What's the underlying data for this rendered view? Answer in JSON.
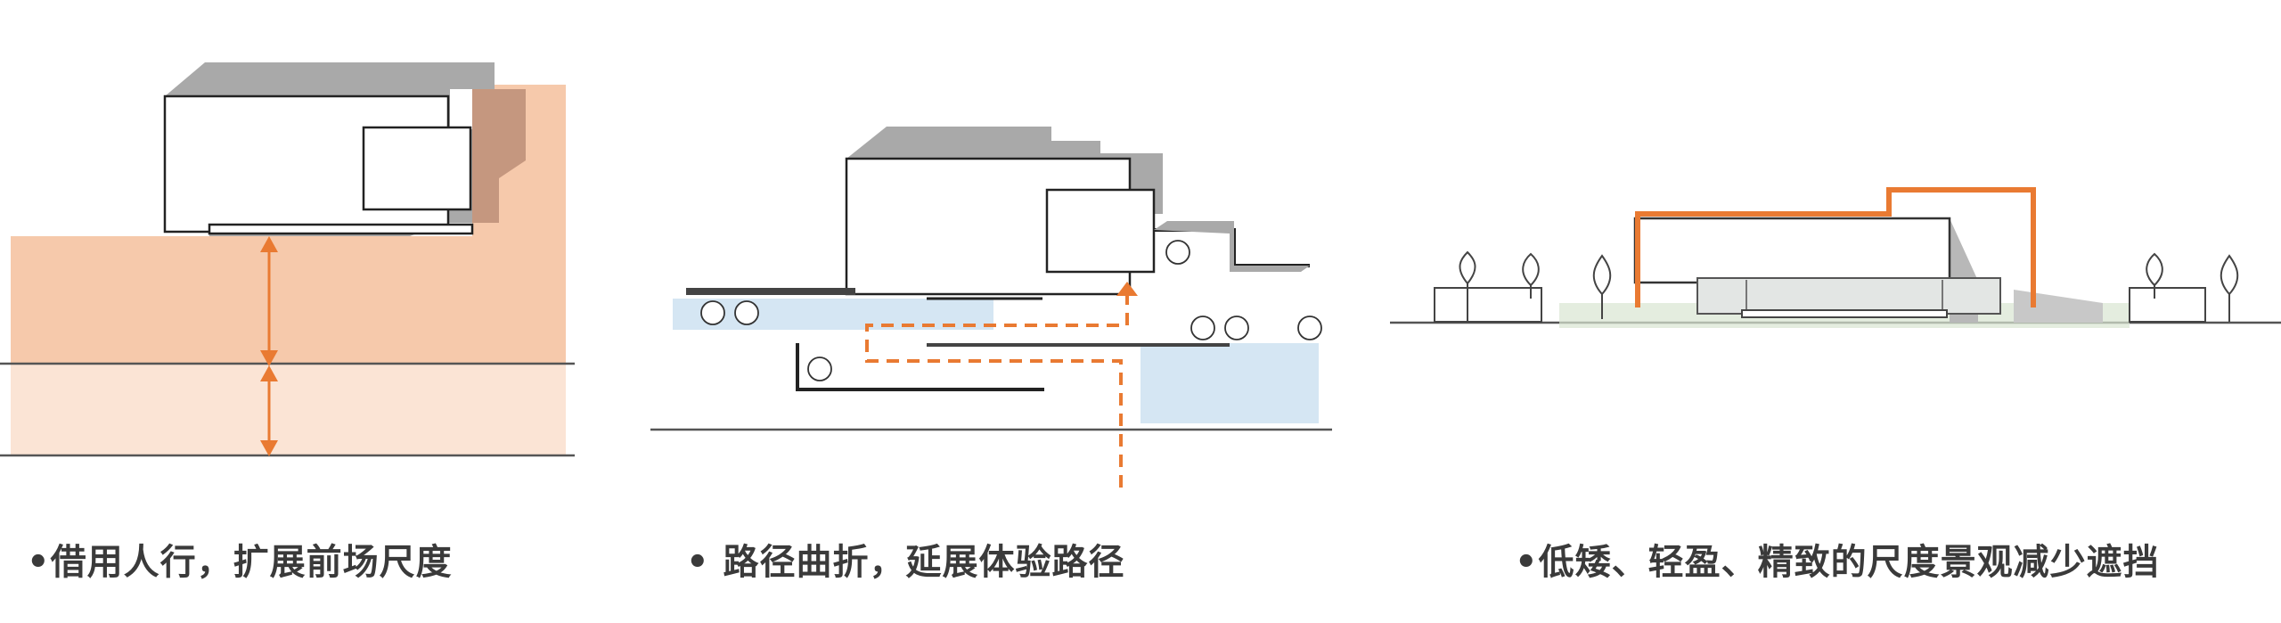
{
  "colors": {
    "accent_orange": "#e97a32",
    "orange_fill": "#f6c9ab",
    "orange_fill_light": "#fbe4d5",
    "shadow_gray": "#a9a9a9",
    "water_blue": "#d5e6f3",
    "line_dark": "#3a3a3a"
  },
  "panels": [
    {
      "caption": "•借用人行，扩展前场尺度"
    },
    {
      "caption": "• 路径曲折，延展体验路径"
    },
    {
      "caption": "•低矮、轻盈、精致的尺度景观减少遮挡"
    }
  ]
}
